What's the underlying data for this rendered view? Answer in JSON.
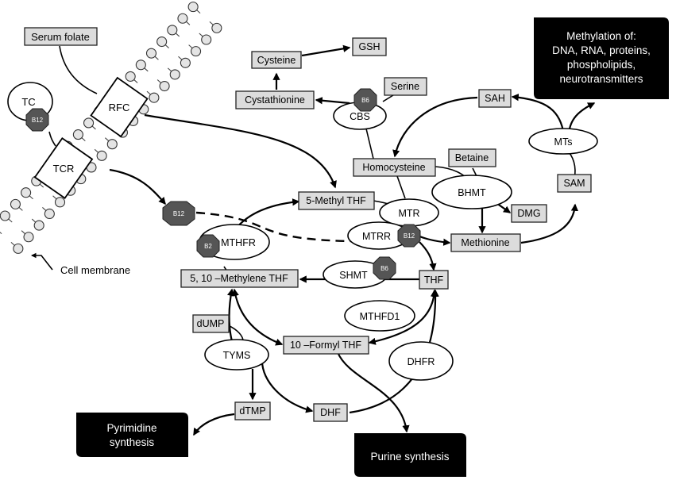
{
  "colors": {
    "box_fill": "#dcdcdc",
    "dark_fill": "#000000",
    "cofactor_fill": "#555555",
    "text_light": "#ffffff"
  },
  "labels": {
    "serum_folate": "Serum folate",
    "cell_membrane": "Cell membrane",
    "tc": "TC",
    "rfc": "RFC",
    "tcr": "TCR",
    "cysteine": "Cysteine",
    "gsh": "GSH",
    "cystathionine": "Cystathionine",
    "cbs": "CBS",
    "serine": "Serine",
    "sah": "SAH",
    "homocysteine": "Homocysteine",
    "betaine": "Betaine",
    "bhmt": "BHMT",
    "mts": "MTs",
    "sam": "SAM",
    "dmg": "DMG",
    "methyl_thf": "5-Methyl THF",
    "mtr": "MTR",
    "mtrr": "MTRR",
    "methionine": "Methionine",
    "mthfr": "MTHFR",
    "methylene_thf": "5, 10 –Methylene THF",
    "shmt": "SHMT",
    "thf": "THF",
    "mthfd1": "MTHFD1",
    "dump": "dUMP",
    "tyms": "TYMS",
    "formyl_thf": "10 –Formyl THF",
    "dhfr": "DHFR",
    "dtmp": "dTMP",
    "dhf": "DHF"
  },
  "cofactors": {
    "b12_tc": "B12",
    "b6_cbs": "B6",
    "b12_free": "B12",
    "b2_mthfr": "B2",
    "b12_mtrr": "B12",
    "b6_shmt": "B6"
  },
  "outputs": {
    "methylation_lines": [
      "Methylation of:",
      "DNA, RNA, proteins,",
      "phospholipids,",
      "neurotransmitters"
    ],
    "pyrimidine_lines": [
      "Pyrimidine",
      "synthesis"
    ],
    "purine": "Purine synthesis"
  }
}
